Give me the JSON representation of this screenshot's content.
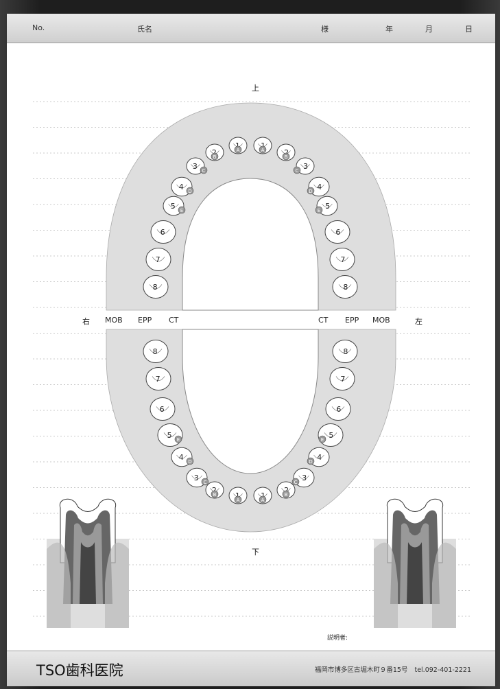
{
  "header": {
    "no_label": "No.",
    "name_label": "氏名",
    "honorific": "様",
    "year_label": "年",
    "month_label": "月",
    "day_label": "日"
  },
  "chart_labels": {
    "upper": "上",
    "lower": "下",
    "right": "右",
    "left": "左",
    "right_cols": [
      "MOB",
      "EPP",
      "CT"
    ],
    "left_cols": [
      "CT",
      "EPP",
      "MOB"
    ]
  },
  "teeth": {
    "upper_right": [
      "1",
      "2",
      "3",
      "4",
      "5",
      "6",
      "7",
      "8"
    ],
    "upper_left": [
      "1",
      "2",
      "3",
      "4",
      "5",
      "6",
      "7",
      "8"
    ],
    "lower_right": [
      "8",
      "7",
      "6",
      "5",
      "4",
      "3",
      "2",
      "1"
    ],
    "lower_left": [
      "8",
      "7",
      "6",
      "5",
      "4",
      "3",
      "2",
      "1"
    ],
    "primary_letters": [
      "A",
      "B",
      "C",
      "D",
      "E"
    ]
  },
  "signature_label": "説明者:",
  "footer": {
    "clinic_name": "TSO歯科医院",
    "address": "福岡市博多区古堀木町９番15号",
    "tel": "tel.092-401-2221"
  }
}
